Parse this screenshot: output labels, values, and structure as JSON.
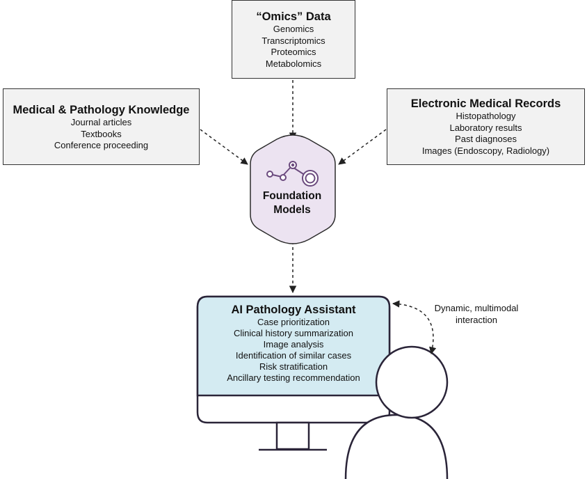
{
  "sources": {
    "omics": {
      "title": "“Omics” Data",
      "items": [
        "Genomics",
        "Transcriptomics",
        "Proteomics",
        "Metabolomics"
      ]
    },
    "knowledge": {
      "title": "Medical & Pathology Knowledge",
      "items": [
        "Journal articles",
        "Textbooks",
        "Conference proceeding"
      ]
    },
    "emr": {
      "title": "Electronic Medical Records",
      "items": [
        "Histopathology",
        "Laboratory results",
        "Past diagnoses",
        "Images (Endoscopy, Radiology)"
      ]
    }
  },
  "foundation_models": {
    "line1": "Foundation",
    "line2": "Models",
    "icon": "molecule-network-icon"
  },
  "assistant": {
    "title": "AI Pathology Assistant",
    "items": [
      "Case prioritization",
      "Clinical history summarization",
      "Image analysis",
      "Identification of similar cases",
      "Risk stratification",
      "Ancillary testing recommendation"
    ]
  },
  "interaction": {
    "line1": "Dynamic, multimodal",
    "line2": "interaction"
  },
  "colors": {
    "source_fill": "#f2f2f2",
    "hexagon_fill": "#ece3f1",
    "hexagon_stroke": "#2b2b2b",
    "screen_fill": "#d4ebf2",
    "outline": "#2a2438",
    "icon_stroke": "#6b4a7e"
  }
}
